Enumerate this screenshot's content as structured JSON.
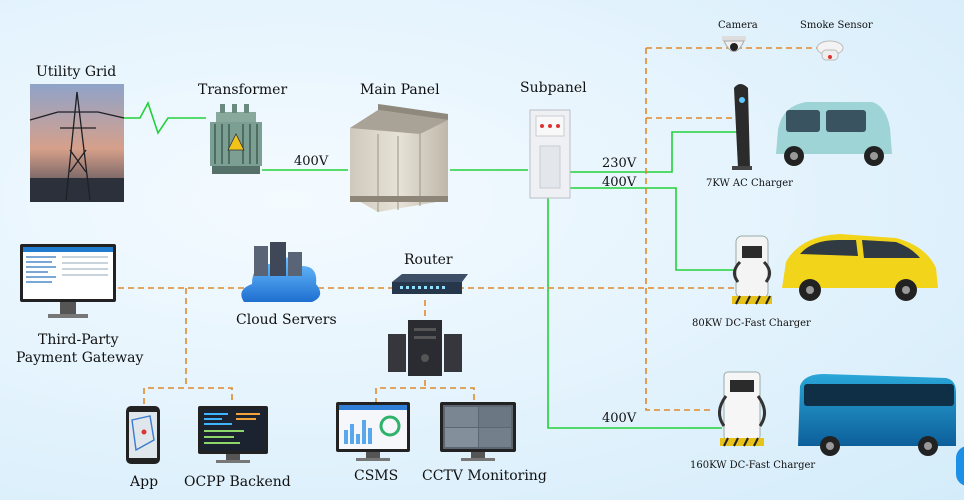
{
  "nodes": {
    "utility_grid": "Utility Grid",
    "transformer": "Transformer",
    "main_panel": "Main Panel",
    "subpanel": "Subpanel",
    "camera": "Camera",
    "smoke_sensor": "Smoke Sensor",
    "ac_charger": "7KW AC Charger",
    "dc_charger_80": "80KW DC-Fast Charger",
    "dc_charger_160": "160KW DC-Fast Charger",
    "router": "Router",
    "cloud_servers": "Cloud Servers",
    "payment_gateway_line1": "Third-Party",
    "payment_gateway_line2": "Payment Gateway",
    "app": "App",
    "ocpp_backend": "OCPP Backend",
    "csms": "CSMS",
    "cctv": "CCTV Monitoring"
  },
  "voltages": {
    "transformer_to_panel": "400V",
    "subpanel_ac": "230V",
    "subpanel_dc80": "400V",
    "subpanel_dc160": "400V"
  },
  "colors": {
    "power_line": "#22d13a",
    "data_line": "#e08a2c",
    "cloud": "#2f8fe0",
    "floating_button": "#1c8fe6"
  },
  "icons": [
    "power-tower-photo",
    "transformer-icon",
    "main-panel-cabinet",
    "subpanel-cabinet",
    "camera-icon",
    "smoke-sensor-icon",
    "ac-charger-icon",
    "car-icon",
    "suv-icon",
    "dc-charger-icon",
    "bus-icon",
    "router-icon",
    "cloud-server-icon",
    "server-tower-icon",
    "monitor-icon",
    "phone-icon"
  ]
}
